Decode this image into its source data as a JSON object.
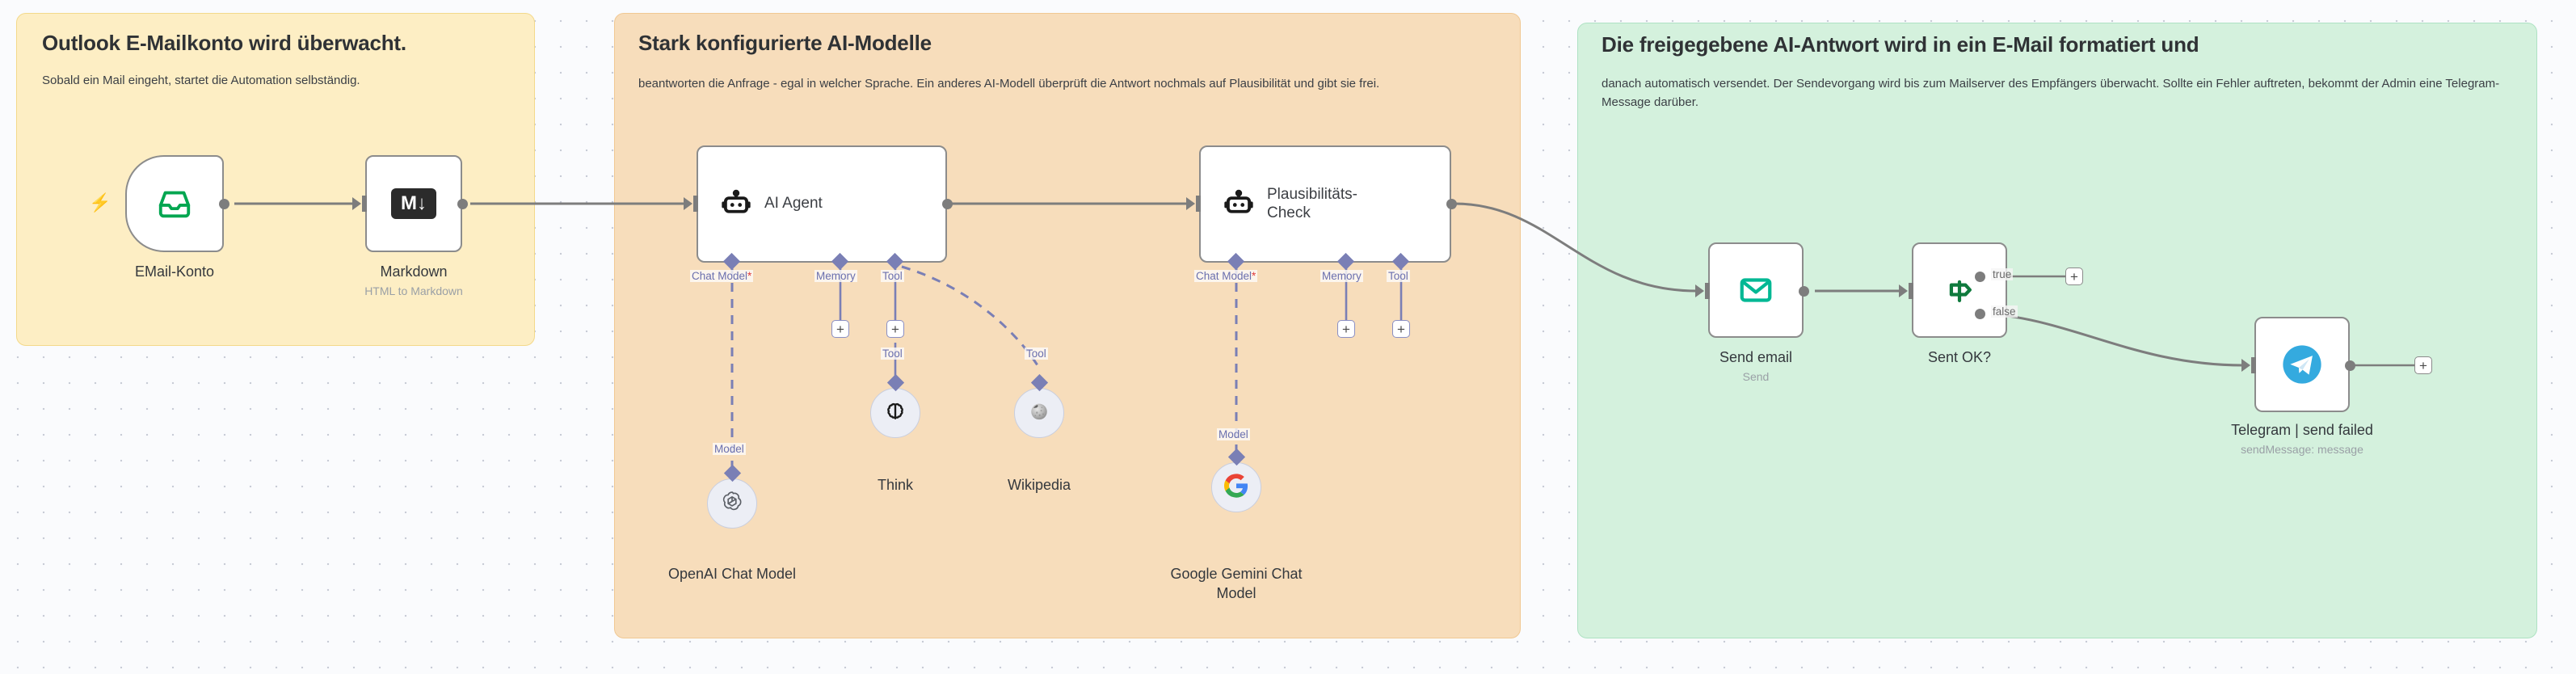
{
  "canvas": {
    "background_color": "#fafbfd",
    "grid_dot_color": "#c8ccd6"
  },
  "groups": [
    {
      "id": "group-outlook",
      "title": "Outlook E-Mailkonto wird überwacht.",
      "description": "Sobald ein Mail eingeht, startet die Automation selbständig.",
      "fill": "#fdeec4",
      "border": "#f3d98a"
    },
    {
      "id": "group-ai",
      "title": "Stark konfigurierte AI-Modelle",
      "description": "beantworten die Anfrage - egal in welcher Sprache. Ein anderes AI-Modell überprüft die Antwort nochmals auf Plausibilität und gibt sie frei.",
      "fill": "#f7ddbb",
      "border": "#f0c893"
    },
    {
      "id": "group-email",
      "title": "Die freigegebene AI-Antwort wird in ein E-Mail formatiert und",
      "description": "danach automatisch versendet. Der Sendevorgang wird bis zum Mailserver des Empfängers überwacht. Sollte ein Fehler auftreten, bekommt der Admin eine Telegram-Message darüber.",
      "fill": "#d4f1dd",
      "border": "#aee2c3"
    }
  ],
  "nodes": {
    "email_konto": {
      "label": "EMail-Konto",
      "subtitle": "",
      "icon": "inbox-icon",
      "icon_color": "#00a650",
      "type": "trigger"
    },
    "markdown": {
      "label": "Markdown",
      "subtitle": "HTML to Markdown",
      "icon": "markdown-icon",
      "icon_color": "#2b2b2b",
      "icon_text": "M↓"
    },
    "ai_agent": {
      "label": "AI Agent",
      "icon": "robot-icon"
    },
    "plausibility_check": {
      "label": "Plausibilitäts-\nCheck",
      "label_line1": "Plausibilitäts-",
      "label_line2": "Check",
      "icon": "robot-icon"
    },
    "send_email": {
      "label": "Send email",
      "subtitle": "Send",
      "icon": "envelope-icon",
      "icon_color": "#00b894"
    },
    "sent_ok": {
      "label": "Sent OK?",
      "icon": "signpost-icon",
      "icon_color": "#0f7a3d",
      "outputs": [
        "true",
        "false"
      ]
    },
    "telegram": {
      "label": "Telegram | send failed",
      "subtitle": "sendMessage: message",
      "icon": "telegram-icon",
      "icon_color": "#34aadf"
    },
    "openai_chat_model": {
      "label": "OpenAI Chat Model",
      "icon": "openai-icon",
      "connection": "Model"
    },
    "think": {
      "label": "Think",
      "icon": "brain-icon",
      "connection": "Tool"
    },
    "wikipedia": {
      "label": "Wikipedia",
      "icon": "wikipedia-icon",
      "connection": "Tool"
    },
    "google_gemini_chat_model": {
      "label_line1": "Google Gemini Chat",
      "label_line2": "Model",
      "icon": "google-icon",
      "connection": "Model"
    }
  },
  "connection_labels": {
    "chat_model": "Chat Model",
    "required_mark": "*",
    "memory": "Memory",
    "tool": "Tool",
    "model": "Model",
    "true": "true",
    "false": "false",
    "plus": "+"
  },
  "colors": {
    "connector_purple": "#7a7fb5",
    "wire_gray": "#7d7d7d",
    "required_red": "#e03b3b"
  }
}
